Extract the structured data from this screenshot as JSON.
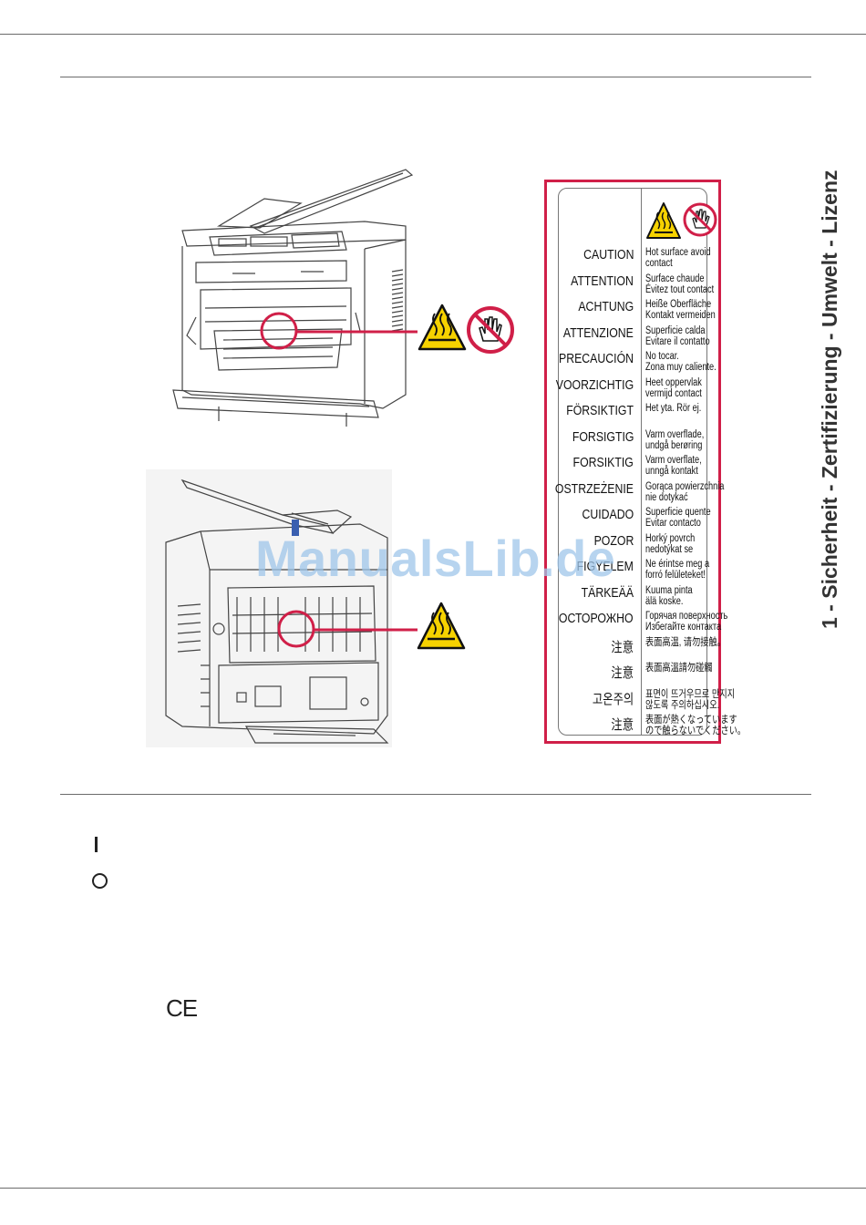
{
  "side_title": "1 - Sicherheit - Zertifizierung - Umwelt - Lizenz",
  "watermark": "ManualsLib.de",
  "symbols": {
    "on": "I",
    "off": "O",
    "ce": "CE"
  },
  "icons": {
    "top_hot": "hot-surface-warning-icon",
    "top_nohand": "do-not-touch-icon",
    "bottom_hot": "hot-surface-warning-icon"
  },
  "colors": {
    "accent_red": "#d01f48",
    "warning_yellow": "#f6d200",
    "watermark": "#9fc6ea"
  },
  "label": {
    "rows": [
      {
        "word": "CAUTION",
        "desc": "Hot surface avoid\ncontact"
      },
      {
        "word": "ATTENTION",
        "desc": "Surface chaude\nÉvitez tout contact"
      },
      {
        "word": "ACHTUNG",
        "desc": "Heiße Oberfläche\nKontakt vermeiden"
      },
      {
        "word": "ATTENZIONE",
        "desc": "Superficie calda\nEvitare il contatto"
      },
      {
        "word": "PRECAUCIÓN",
        "desc": "No tocar.\nZona muy caliente."
      },
      {
        "word": "VOORZICHTIG",
        "desc": "Heet oppervlak\nvermijd contact"
      },
      {
        "word": "FÖRSIKTIGT",
        "desc": "Het yta. Rör ej."
      },
      {
        "word": "FORSIGTIG",
        "desc": "Varm overflade,\nundgå berøring"
      },
      {
        "word": "FORSIKTIG",
        "desc": "Varm overflate,\nunngå kontakt"
      },
      {
        "word": "OSTRZEŻENIE",
        "desc": "Gorąca powierzchnia\nnie dotykać"
      },
      {
        "word": "CUIDADO",
        "desc": "Superficie quente\nEvitar contacto"
      },
      {
        "word": "POZOR",
        "desc": "Horký povrch\nnedotýkat se"
      },
      {
        "word": "FIGYELEM",
        "desc": "Ne érintse meg a\nforró felületeket!"
      },
      {
        "word": "TÄRKEÄÄ",
        "desc": "Kuuma pinta\nälä koske."
      },
      {
        "word": "ОСТОРОЖНО",
        "desc": "Горячая поверхность\nИзбегайте контакта"
      },
      {
        "word": "注意",
        "desc": "表面高温, 请勿接触。"
      },
      {
        "word": "注意",
        "desc": "表面高溫請勿碰觸"
      },
      {
        "word": "고온주의",
        "desc": "표면이 뜨거우므로 만지지\n않도록 주의하십시오."
      },
      {
        "word": "注意",
        "desc": "表面が熱くなっています\nので触らないでください。"
      }
    ]
  }
}
